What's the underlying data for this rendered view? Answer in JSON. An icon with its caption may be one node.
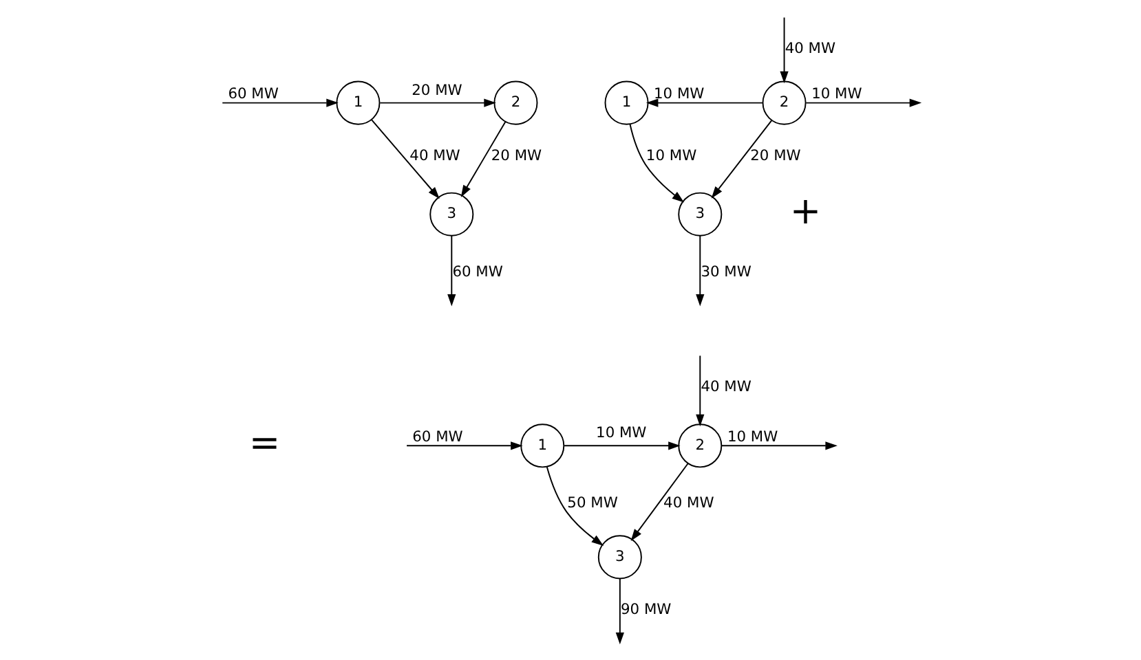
{
  "diagram": {
    "nodes": [
      {
        "text": [
          "1"
        ]
      },
      {
        "text": [
          "2"
        ]
      },
      {
        "text": [
          "3"
        ]
      },
      {
        "text": [
          "1"
        ]
      },
      {
        "text": [
          "2"
        ]
      },
      {
        "text": [
          "3"
        ]
      },
      {
        "text": [
          "1"
        ]
      },
      {
        "text": [
          "2"
        ]
      },
      {
        "text": [
          "3"
        ]
      }
    ],
    "edges": [
      {
        "from": null,
        "to": 0,
        "arrow": "to",
        "label": "60 MW"
      },
      {
        "from": 0,
        "to": 1,
        "arrow": "to",
        "label": "20 MW"
      },
      {
        "from": 0,
        "to": 2,
        "arrow": "to",
        "label": "40 MW"
      },
      {
        "from": 1,
        "to": 2,
        "arrow": "to",
        "label": "20 MW"
      },
      {
        "from": 2,
        "to": null,
        "arrow": "to",
        "label": "60 MW"
      },
      {
        "from": 4,
        "to": null,
        "arrow": "to",
        "label": "10 MW"
      },
      {
        "from": 4,
        "to": 3,
        "arrow": "to",
        "label": "10 MW"
      },
      {
        "from": null,
        "to": 4,
        "arrow": "to",
        "label": "40 MW"
      },
      {
        "from": 3,
        "to": 5,
        "arrow": "to",
        "label": "10 MW"
      },
      {
        "from": 4,
        "to": 5,
        "arrow": "to",
        "label": "20 MW"
      },
      {
        "from": 5,
        "to": null,
        "arrow": "to",
        "label": "30 MW"
      },
      {
        "from": null,
        "to": 6,
        "arrow": "to",
        "label": "60 MW"
      },
      {
        "from": 6,
        "to": 7,
        "arrow": "to",
        "label": "10 MW"
      },
      {
        "from": 7,
        "to": null,
        "arrow": "to",
        "label": "10 MW"
      },
      {
        "from": null,
        "to": 7,
        "arrow": "to",
        "label": "40 MW"
      },
      {
        "from": 6,
        "to": 8,
        "arrow": "to",
        "label": "50 MW"
      },
      {
        "from": 7,
        "to": 8,
        "arrow": "to",
        "label": "40 MW"
      },
      {
        "from": 8,
        "to": null,
        "arrow": "to",
        "label": "90 MW"
      }
    ],
    "labels": [
      "+",
      "="
    ]
  }
}
